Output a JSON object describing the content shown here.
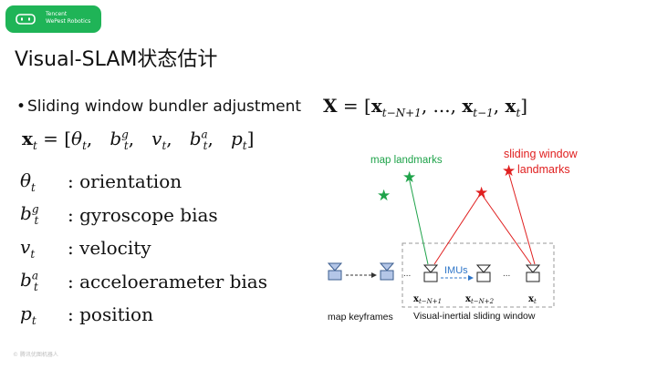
{
  "logo": {
    "line1": "Tencent",
    "line2": "WePest Robotics",
    "color": "#1fb457"
  },
  "title": "Visual-SLAM状态估计",
  "bullet": {
    "marker": "•",
    "text": "Sliding window bundler adjustment"
  },
  "equation_X": {
    "lhs": "X",
    "rhs_open": " = [",
    "x1": "x",
    "x1_sub": "t−N+1",
    "sep1": ", ..., ",
    "x2": "x",
    "x2_sub": "t−1",
    "sep2": ", ",
    "x3": "x",
    "x3_sub": "t",
    "close": "]"
  },
  "equation_x": {
    "lhs": "x",
    "lhs_sub": "t",
    "eq": " = [",
    "terms": [
      {
        "sym": "θ",
        "sub": "t",
        "sup": ""
      },
      {
        "sym": "b",
        "sub": "t",
        "sup": "g"
      },
      {
        "sym": "v",
        "sub": "t",
        "sup": ""
      },
      {
        "sym": "b",
        "sub": "t",
        "sup": "a"
      },
      {
        "sym": "p",
        "sub": "t",
        "sup": ""
      }
    ],
    "close": "]"
  },
  "variables": [
    {
      "sym": "θ",
      "sub": "t",
      "sup": "",
      "desc": ":  orientation"
    },
    {
      "sym": "b",
      "sub": "t",
      "sup": "g",
      "desc": ":  gyroscope bias"
    },
    {
      "sym": "v",
      "sub": "t",
      "sup": "",
      "desc": ":  velocity"
    },
    {
      "sym": "b",
      "sub": "t",
      "sup": "a",
      "desc": ":  acceloerameter bias"
    },
    {
      "sym": "p",
      "sub": "t",
      "sup": "",
      "desc": ":  position"
    }
  ],
  "diagram": {
    "map_landmarks_label": "map landmarks",
    "sliding_landmarks_label_1": "sliding window",
    "sliding_landmarks_label_2": "landmarks",
    "imus_label": "IMUs",
    "ellipsis": "...",
    "frame_labels": [
      {
        "base": "x",
        "sub": "t−N+1"
      },
      {
        "base": "x",
        "sub": "t−N+2"
      },
      {
        "base": "x",
        "sub": "t"
      }
    ],
    "map_keyframes_label": "map keyframes",
    "sliding_window_label": "Visual-inertial sliding window",
    "colors": {
      "green": "#1fa34a",
      "red": "#e02020",
      "blue": "#2e75c8",
      "keyframe_fill": "#b4c6e7",
      "keyframe_stroke": "#3b5d8f"
    }
  },
  "footer": "© 腾讯优图机器人"
}
